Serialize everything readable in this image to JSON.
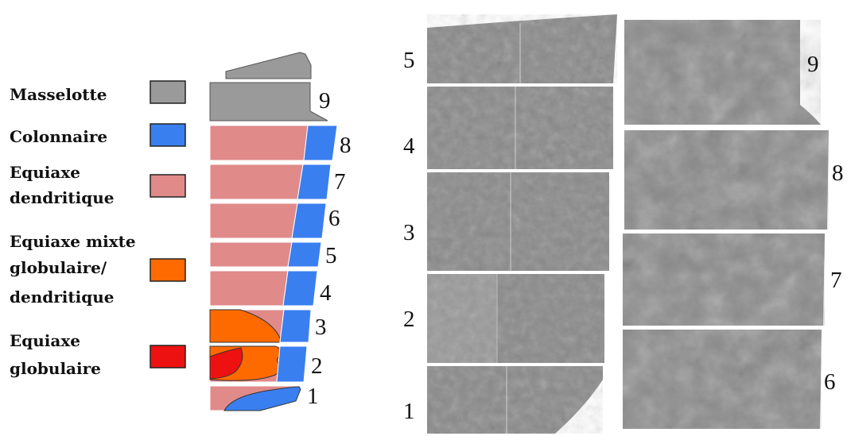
{
  "legend": [
    {
      "lines": [
        "Masselotte"
      ],
      "color": "#9a9a9a"
    },
    {
      "lines": [
        "Colonnaire"
      ],
      "color": "#3a7ff0"
    },
    {
      "lines": [
        "Equiaxe",
        "dendritique"
      ],
      "color": "#e08a8a"
    },
    {
      "lines": [
        "Equiaxe mixte",
        "globulaire/",
        "dendritique"
      ],
      "color": "#ff6a00"
    },
    {
      "lines": [
        "Equiaxe",
        "globulaire"
      ],
      "color": "#ee1111"
    }
  ],
  "schematic_labels": [
    "9",
    "8",
    "7",
    "6",
    "5",
    "4",
    "3",
    "2",
    "1"
  ],
  "micrograph_left_labels": [
    "5",
    "4",
    "3",
    "2",
    "1"
  ],
  "micrograph_right_labels": [
    "9",
    "8",
    "7",
    "6"
  ],
  "colors": {
    "masselotte": "#9a9a9a",
    "colonnaire": "#3a7ff0",
    "equiaxe_dendritique": "#e08a8a",
    "equiaxe_mixte": "#ff6a00",
    "equiaxe_globulaire": "#ee1111",
    "micrograph_base": "#8a8a8a"
  }
}
